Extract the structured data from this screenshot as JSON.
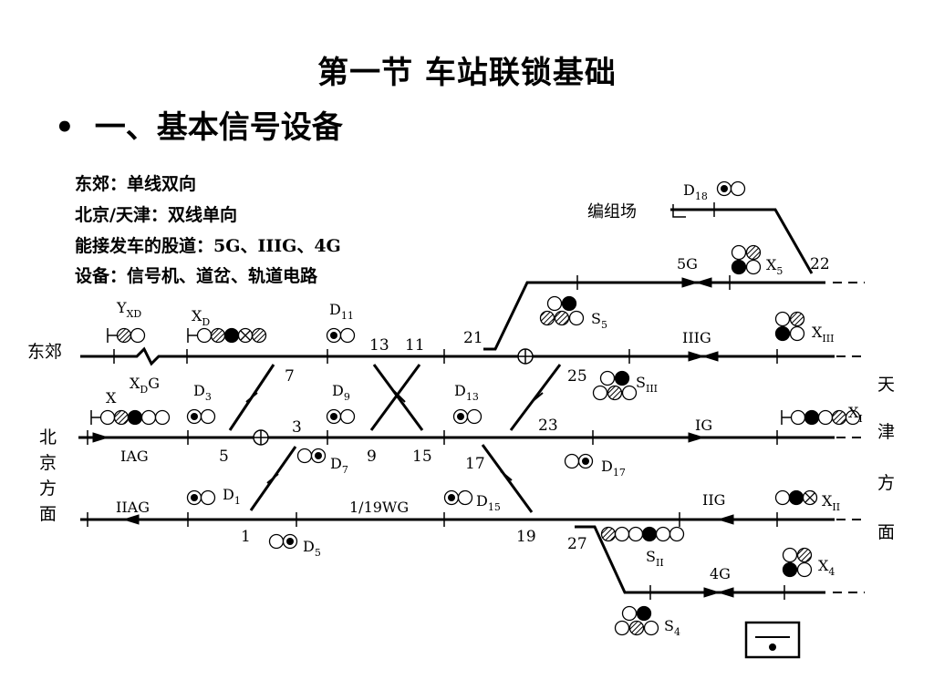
{
  "title": "第一节 车站联锁基础",
  "bullet": {
    "marker": "•",
    "text": "一、基本信号设备"
  },
  "info_lines": [
    "东郊：单线双向",
    "北京/天津：双线单向",
    "能接发车的股道：5G、IIIG、4G",
    "设备：信号机、道岔、轨道电路"
  ],
  "stations": {
    "dongjiao": "东郊",
    "beijing": [
      "北",
      "京",
      "方",
      "面"
    ],
    "tianjin": [
      "天",
      "津",
      "方",
      "面"
    ],
    "yard": "编组场"
  },
  "tracks": {
    "t5G": "5G",
    "tIIIG": "IIIG",
    "tIG": "IG",
    "tIIG": "IIG",
    "t4G": "4G",
    "tIAG": "IAG",
    "tIIAG": "IIAG",
    "t1_19WG": "1/19WG"
  },
  "switches": {
    "s1": "1",
    "s3": "3",
    "s5": "5",
    "s7": "7",
    "s9": "9",
    "s11": "11",
    "s13": "13",
    "s15": "15",
    "s17": "17",
    "s19": "19",
    "s21": "21",
    "s22": "22",
    "s23": "23",
    "s25": "25",
    "s27": "27"
  },
  "signals": [
    {
      "key": "XD",
      "base": "Y",
      "sub": "XD"
    },
    {
      "key": "X_D",
      "base": "X",
      "sub": "D"
    },
    {
      "key": "X",
      "base": "X",
      "sub": ""
    },
    {
      "key": "XDG",
      "base": "X",
      "sub": "D",
      "suffix": "G"
    },
    {
      "key": "D3",
      "base": "D",
      "sub": "3"
    },
    {
      "key": "D11",
      "base": "D",
      "sub": "11"
    },
    {
      "key": "D9",
      "base": "D",
      "sub": "9"
    },
    {
      "key": "D13",
      "base": "D",
      "sub": "13"
    },
    {
      "key": "D7",
      "base": "D",
      "sub": "7"
    },
    {
      "key": "D1",
      "base": "D",
      "sub": "1"
    },
    {
      "key": "D5",
      "base": "D",
      "sub": "5"
    },
    {
      "key": "D15",
      "base": "D",
      "sub": "15"
    },
    {
      "key": "D17",
      "base": "D",
      "sub": "17"
    },
    {
      "key": "D18",
      "base": "D",
      "sub": "18"
    },
    {
      "key": "S5",
      "base": "S",
      "sub": "5"
    },
    {
      "key": "SIII",
      "base": "S",
      "sub": "III"
    },
    {
      "key": "SII",
      "base": "S",
      "sub": "II"
    },
    {
      "key": "S4",
      "base": "S",
      "sub": "4"
    },
    {
      "key": "X5",
      "base": "X",
      "sub": "5"
    },
    {
      "key": "XIII",
      "base": "X",
      "sub": "III"
    },
    {
      "key": "XI",
      "base": "X",
      "sub": "I"
    },
    {
      "key": "XII",
      "base": "X",
      "sub": "II"
    },
    {
      "key": "X4",
      "base": "X",
      "sub": "4"
    }
  ]
}
